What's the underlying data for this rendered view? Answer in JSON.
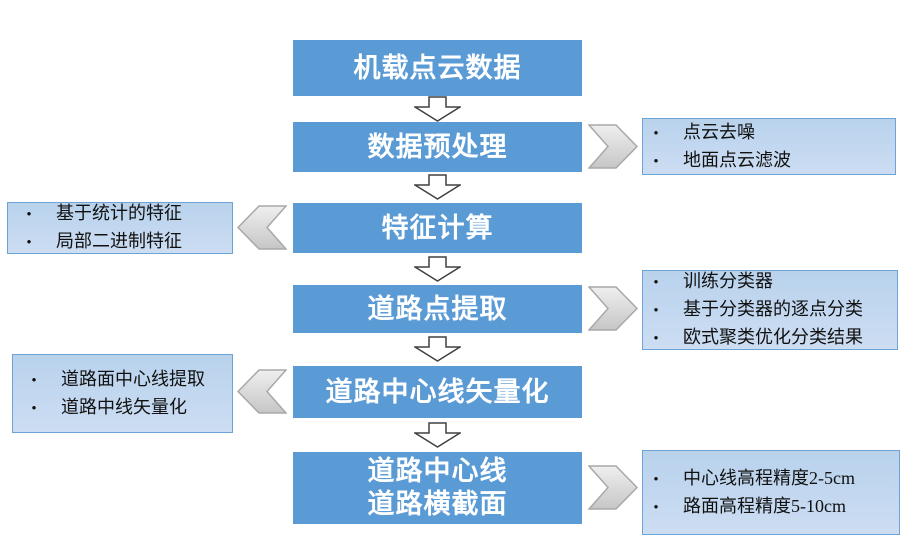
{
  "diagram_type": "flowchart",
  "bullet": "•",
  "colors": {
    "process_fill": "#5b9bd5",
    "process_text": "#ffffff",
    "callout_fill_top": "#b9d2ec",
    "callout_fill_bottom": "#cdddf2",
    "callout_border": "#6ea3d8",
    "callout_text": "#111111",
    "chevron_fill_top": "#efefef",
    "chevron_fill_bottom": "#c6c6c6",
    "chevron_border": "#a8a8a8",
    "down_arrow_fill": "#ffffff",
    "down_arrow_border": "#404040",
    "background": "#ffffff"
  },
  "flow": {
    "steps": [
      {
        "lines": [
          "机载点云数据"
        ]
      },
      {
        "lines": [
          "数据预处理"
        ]
      },
      {
        "lines": [
          "特征计算"
        ]
      },
      {
        "lines": [
          "道路点提取"
        ]
      },
      {
        "lines": [
          "道路中心线矢量化"
        ]
      },
      {
        "lines": [
          "道路中心线",
          "道路横截面"
        ]
      }
    ]
  },
  "side_boxes": [
    {
      "side": "right",
      "items": [
        "点云去噪",
        "地面点云滤波"
      ]
    },
    {
      "side": "left",
      "items": [
        "基于统计的特征",
        "局部二进制特征"
      ]
    },
    {
      "side": "right",
      "items": [
        "训练分类器",
        "基于分类器的逐点分类",
        "欧式聚类优化分类结果"
      ]
    },
    {
      "side": "left",
      "items": [
        "道路面中心线提取",
        "道路中线矢量化"
      ]
    },
    {
      "side": "right",
      "items": [
        "中心线高程精度2-5cm",
        "路面高程精度5-10cm"
      ]
    }
  ]
}
